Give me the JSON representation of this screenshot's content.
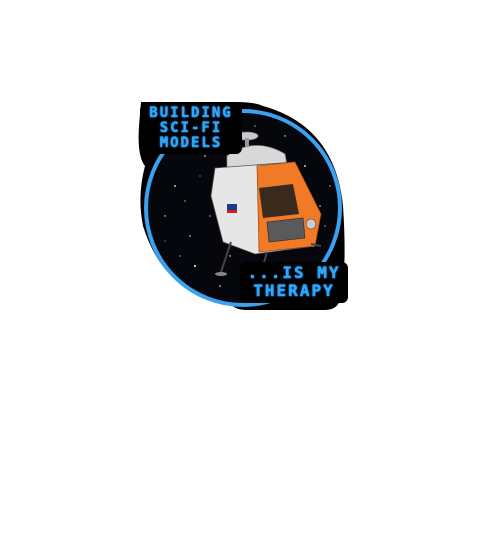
{
  "caption_top": {
    "line1": "BUILDING",
    "line2": "SCI-FI",
    "line3": "MODELS"
  },
  "caption_bottom": {
    "line1": "...IS MY",
    "line2": "THERAPY"
  },
  "colors": {
    "ring": "#3aa2f0",
    "space": "#05070d",
    "text": "#2aa8ff",
    "module_orange": "#f07a26",
    "module_white": "#e6e6e6"
  }
}
